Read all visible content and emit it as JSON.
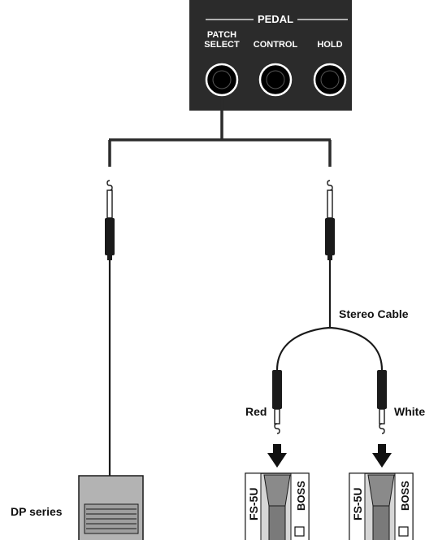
{
  "panel": {
    "section_label": "PEDAL",
    "jacks": [
      {
        "label_line1": "PATCH",
        "label_line2": "SELECT"
      },
      {
        "label_line1": "",
        "label_line2": "CONTROL"
      },
      {
        "label_line1": "",
        "label_line2": "HOLD"
      }
    ]
  },
  "labels": {
    "stereo_cable": "Stereo Cable",
    "red": "Red",
    "white": "White",
    "dp_series": "DP series"
  },
  "pedals": [
    {
      "model": "FS-5U",
      "brand": "BOSS"
    },
    {
      "model": "FS-5U",
      "brand": "BOSS"
    }
  ],
  "colors": {
    "panel": "#2b2b2b",
    "cable": "#1a1a1a",
    "dp_pedal": "#b3b3b3",
    "fs_pedal": "#d6d6d6"
  }
}
